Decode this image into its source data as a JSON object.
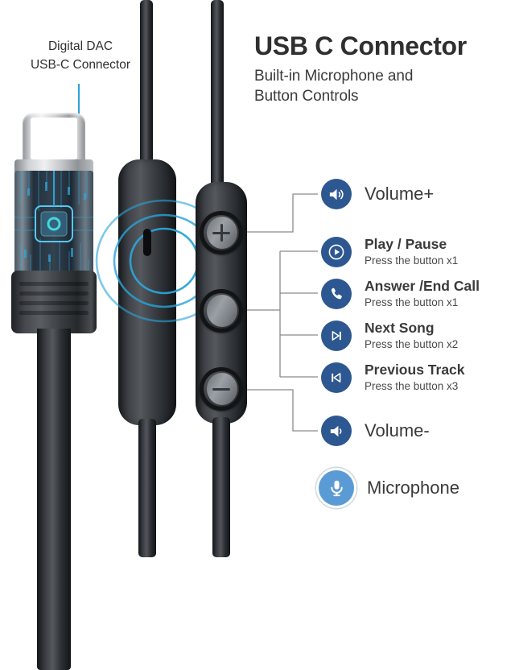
{
  "headline": {
    "title": "USB C Connector",
    "subtitle_line1": "Built-in Microphone and",
    "subtitle_line2": "Button Controls"
  },
  "callout": {
    "line1": "Digital DAC",
    "line2": "USB-C Connector"
  },
  "product": {
    "connector_label": "usb-c-connector",
    "mic_module_label": "inline-microphone-module",
    "control_module_label": "inline-button-control-module",
    "buttons": [
      {
        "name": "volume-up-button",
        "glyph": "+"
      },
      {
        "name": "multifunction-button",
        "glyph": ""
      },
      {
        "name": "volume-down-button",
        "glyph": "-"
      }
    ]
  },
  "features": [
    {
      "id": "volume-up",
      "icon": "speaker-waves-icon",
      "title": "Volume+",
      "subtitle": "",
      "style": "large",
      "icon_color": "#2d5791"
    },
    {
      "id": "play-pause",
      "icon": "play-circle-icon",
      "title": "Play / Pause",
      "subtitle": "Press the button x1",
      "style": "bold",
      "icon_color": "#2d5791"
    },
    {
      "id": "answer-end-call",
      "icon": "phone-icon",
      "title": "Answer /End Call",
      "subtitle": "Press the button x1",
      "style": "bold",
      "icon_color": "#2d5791"
    },
    {
      "id": "next-song",
      "icon": "next-track-icon",
      "title": "Next Song",
      "subtitle": "Press the button x2",
      "style": "bold",
      "icon_color": "#2d5791"
    },
    {
      "id": "previous-track",
      "icon": "previous-track-icon",
      "title": "Previous Track",
      "subtitle": "Press the button x3",
      "style": "bold",
      "icon_color": "#2d5791"
    },
    {
      "id": "volume-down",
      "icon": "speaker-icon",
      "title": "Volume-",
      "subtitle": "",
      "style": "large",
      "icon_color": "#2d5791"
    },
    {
      "id": "microphone",
      "icon": "microphone-icon",
      "title": "Microphone",
      "subtitle": "",
      "style": "large",
      "icon_color": "#5b9bd5"
    }
  ],
  "colors": {
    "accent_blue": "#2ba3d8",
    "icon_navy": "#2d5791",
    "icon_light_blue": "#5b9bd5",
    "text_dark": "#3a3a3a",
    "background": "#ffffff",
    "leader_line": "#8a8a8a"
  }
}
